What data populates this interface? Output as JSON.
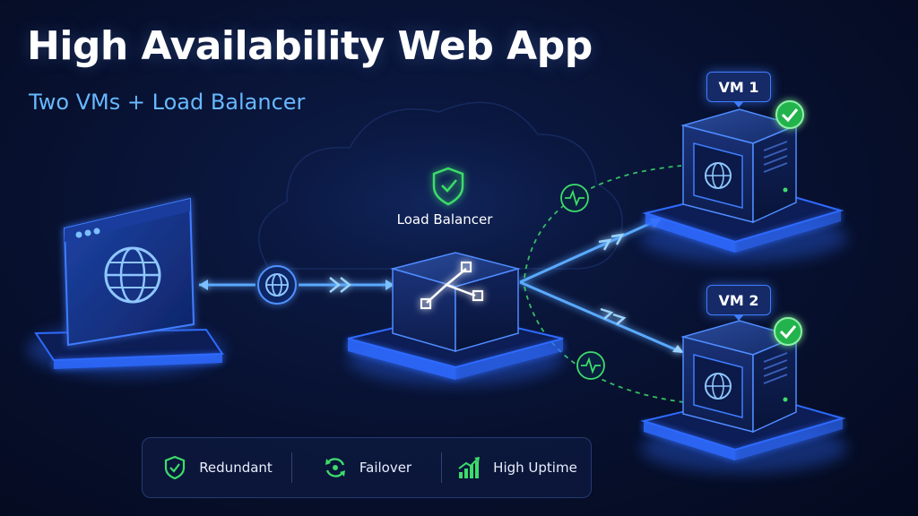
{
  "title": "High Availability Web App",
  "subtitle": "Two VMs + Load Balancer",
  "nodes": {
    "client": {
      "icon": "globe-icon"
    },
    "load_balancer": {
      "label": "Load Balancer",
      "icon": "shield-check-icon"
    },
    "vm1": {
      "label": "VM 1",
      "status_icon": "check-circle-icon"
    },
    "vm2": {
      "label": "VM 2",
      "status_icon": "check-circle-icon"
    }
  },
  "features": [
    {
      "label": "Redundant",
      "icon": "shield-check-icon"
    },
    {
      "label": "Failover",
      "icon": "refresh-icon"
    },
    {
      "label": "High Uptime",
      "icon": "chart-up-icon"
    }
  ],
  "colors": {
    "accent_blue": "#3f7dff",
    "glow_blue": "#2f6bff",
    "health_green": "#3ddc6b",
    "subtitle_blue": "#67b8ff"
  }
}
